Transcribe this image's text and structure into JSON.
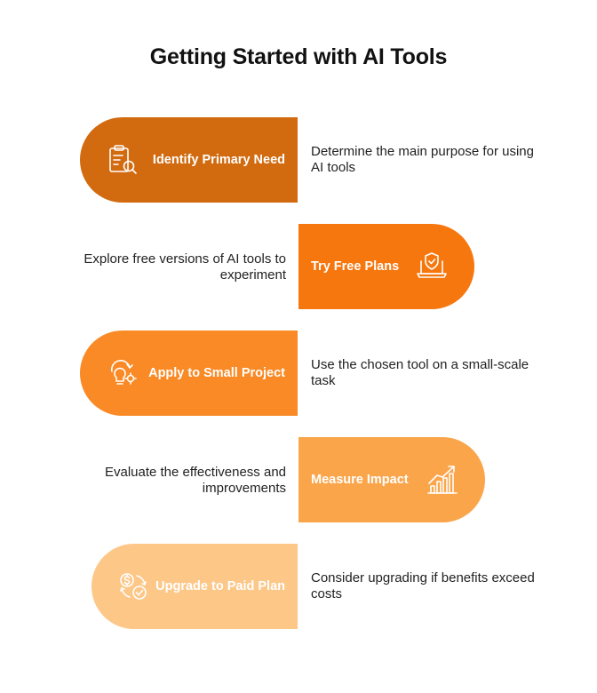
{
  "title": "Getting Started with AI Tools",
  "steps": [
    {
      "label": "Identify Primary Need",
      "description": "Determine the main purpose for using AI tools",
      "icon": "clipboard-search-icon",
      "color": "#D26B10"
    },
    {
      "label": "Try Free Plans",
      "description": "Explore free versions of AI tools to experiment",
      "icon": "laptop-shield-icon",
      "color": "#F7770F"
    },
    {
      "label": "Apply to Small Project",
      "description": "Use the chosen tool on a small-scale task",
      "icon": "lightbulb-gear-icon",
      "color": "#F98A25"
    },
    {
      "label": "Measure Impact",
      "description": "Evaluate the effectiveness and improvements",
      "icon": "growth-chart-icon",
      "color": "#FBA54B"
    },
    {
      "label": "Upgrade to Paid Plan",
      "description": "Consider upgrading if benefits exceed costs",
      "icon": "dollar-exchange-icon",
      "color": "#FDC788"
    }
  ]
}
